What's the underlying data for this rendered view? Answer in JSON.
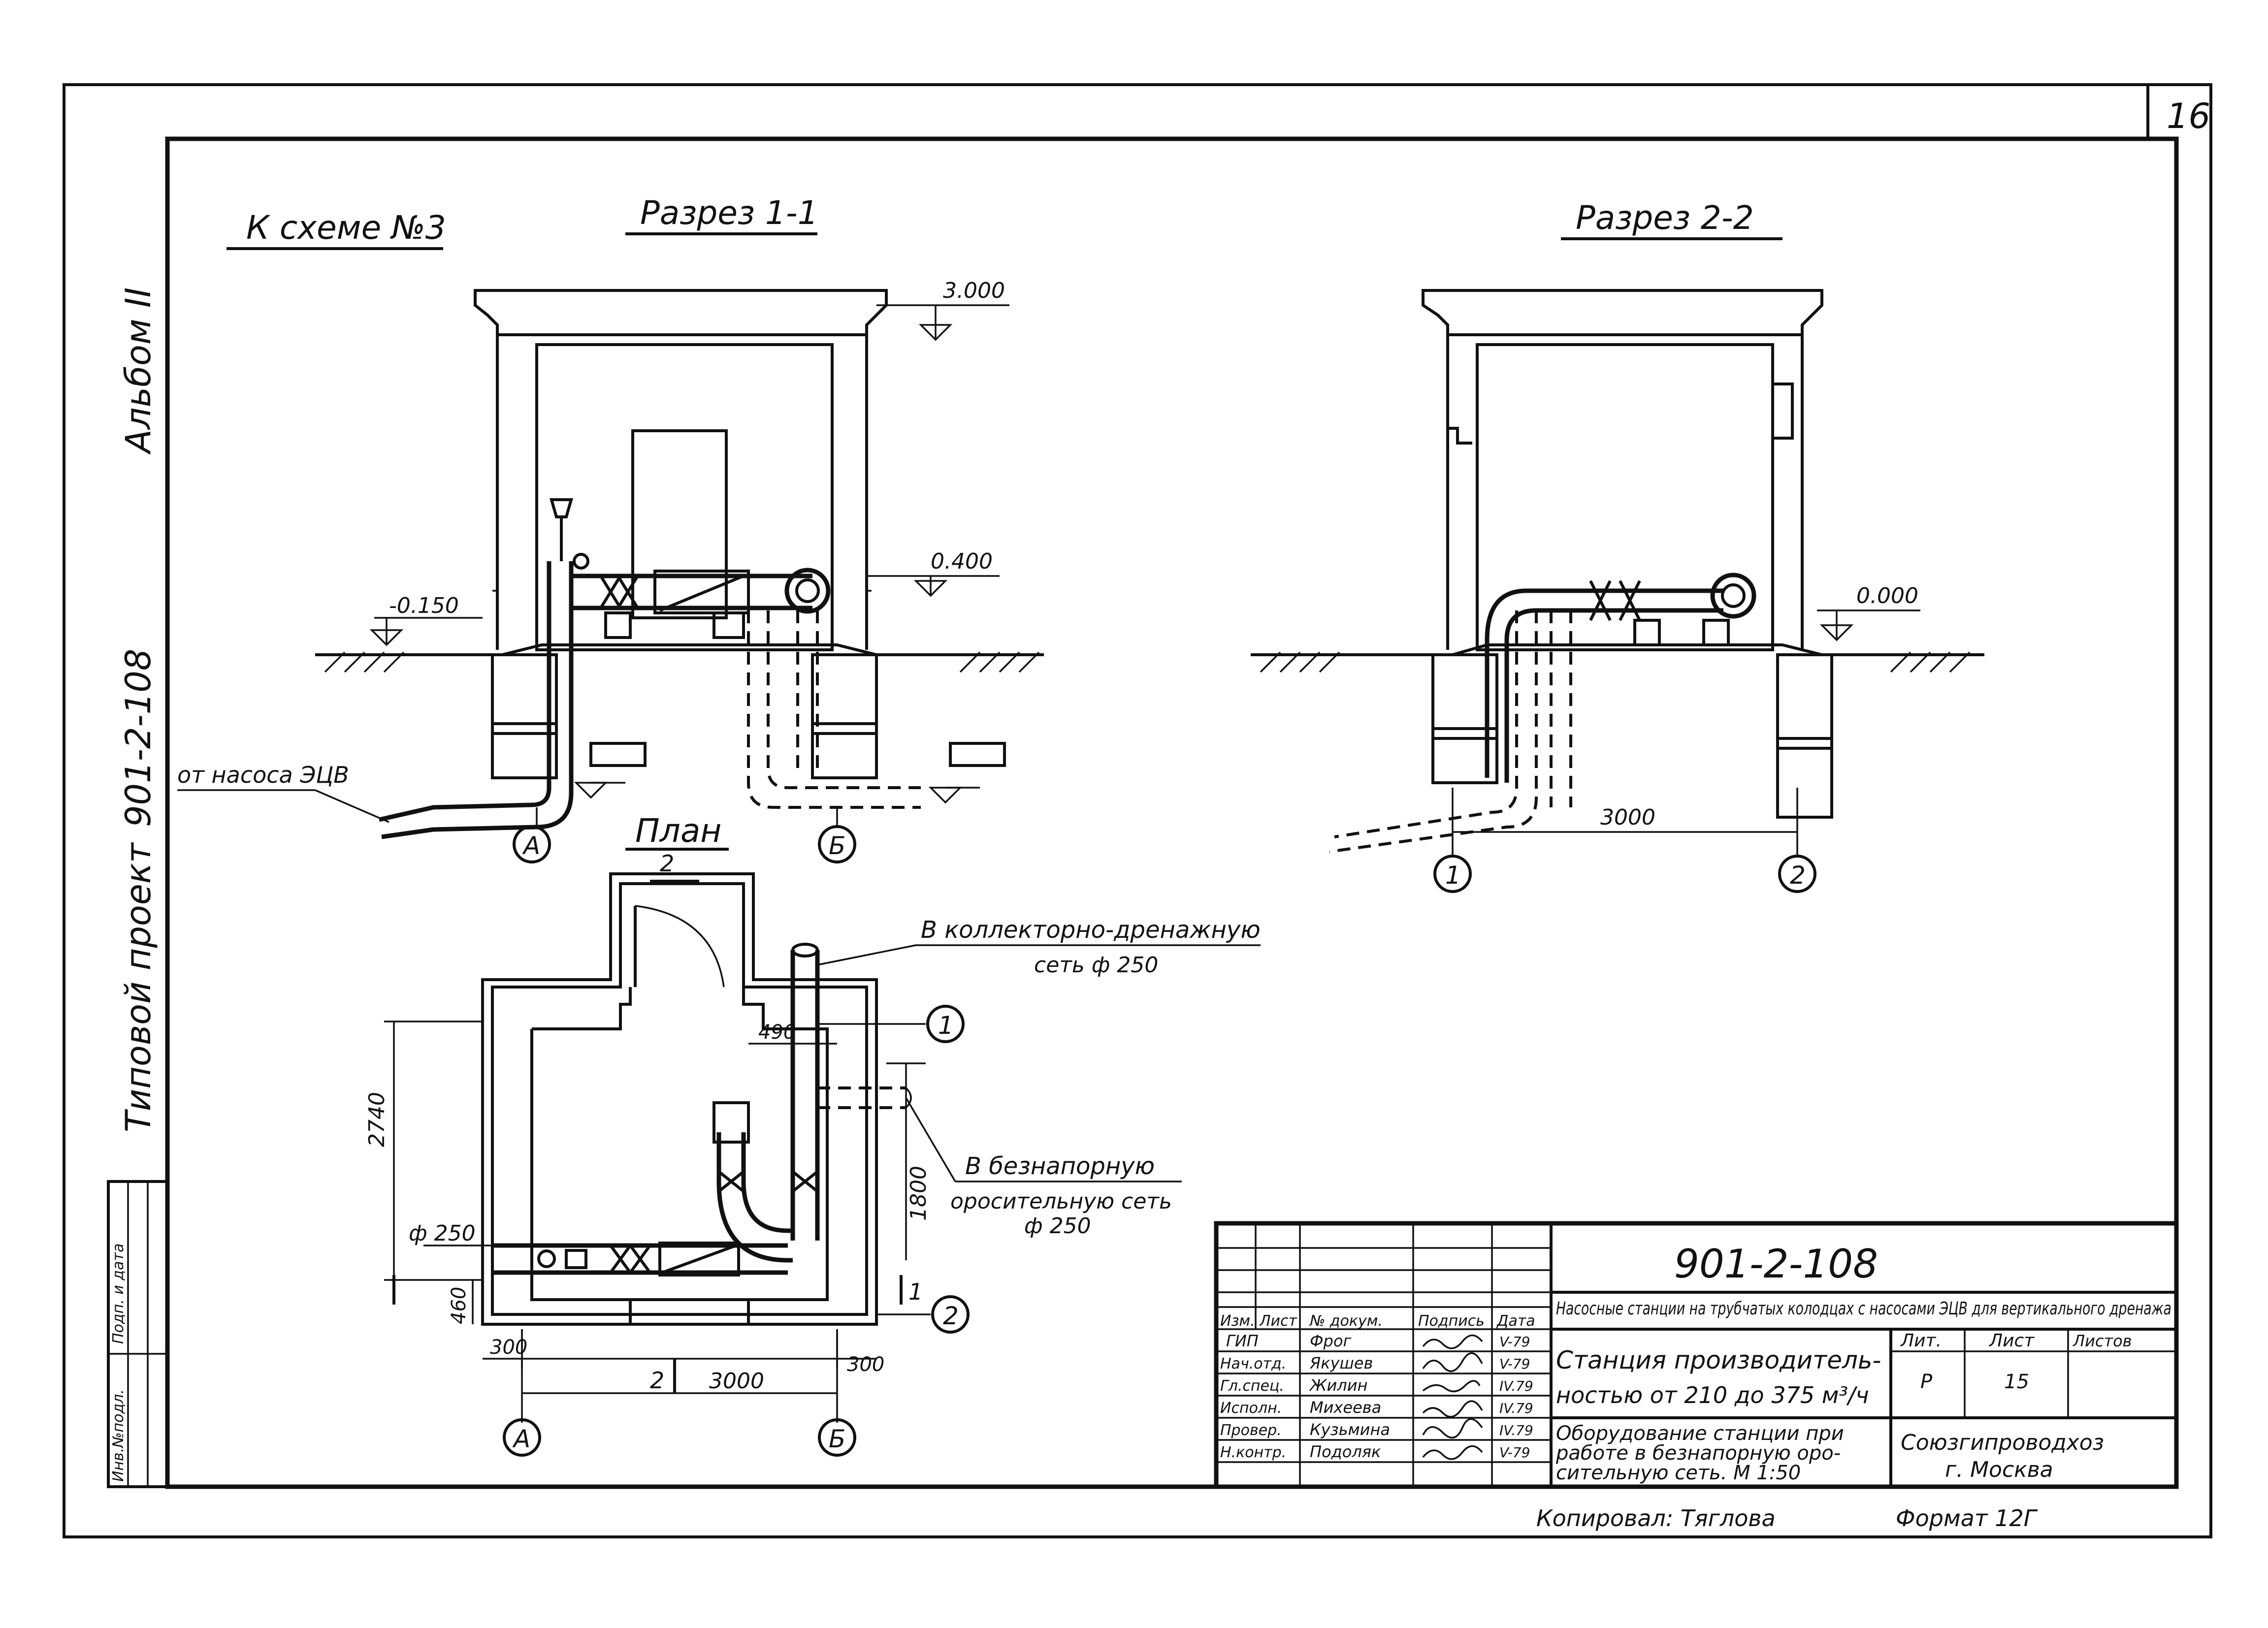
{
  "sheet": {
    "sheet_number": "16",
    "side_text": {
      "album": "Альбом II",
      "project_code": "901-2-108",
      "project_type": "Типовой проект"
    },
    "side_stamp": [
      "Инв.№подл.",
      "Подп. и дата"
    ]
  },
  "views": {
    "scheme_ref": "К схеме №3",
    "section_1_title": "Разрез 1-1",
    "section_2_title": "Разрез 2-2",
    "plan_title": "План"
  },
  "section_1": {
    "elev_top": "3.000",
    "elev_pipe": "0.400",
    "elev_ground": "-0.150",
    "pump_label": "от насоса ЭЦВ",
    "axis_left": "А",
    "axis_right": "Б"
  },
  "section_2": {
    "elev_ground": "0.000",
    "dimension": "3000",
    "axis_left": "1",
    "axis_right": "2"
  },
  "plan": {
    "callout_1": "В коллекторно-дренажную",
    "callout_1b": "сеть ф 250",
    "callout_2": "В безнапорную",
    "callout_2b": "оросительную сеть",
    "callout_2c": "ф 250",
    "dim_2740": "2740",
    "dim_1800": "1800",
    "dim_490": "490",
    "dim_460": "460",
    "dim_300_left": "300",
    "dim_300_right": "300",
    "dim_3000": "3000",
    "pipe_phi": "ф 250",
    "sec_mark_2": "2",
    "sec_mark_1": "1",
    "axis_1": "1",
    "axis_2": "2",
    "axis_a": "А",
    "axis_b": "Б"
  },
  "title_block": {
    "code": "901-2-108",
    "description": "Насосные станции на трубчатых колодцах с насосами ЭЦВ для вертикального дренажа",
    "station_title_1": "Станция производитель-",
    "station_title_2": "ностью от 210 до 375 м³/ч",
    "sheet_desc_1": "Оборудование станции при",
    "sheet_desc_2": "работе в безнапорную оро-",
    "sheet_desc_3": "сительную сеть. М 1:50",
    "col_lit": "Лит.",
    "col_list": "Лист",
    "col_listov": "Листов",
    "val_lit": "Р",
    "val_list": "15",
    "org_1": "Союзгипроводхоз",
    "org_2": "г. Москва",
    "header_cols": [
      "Изм.",
      "Лист",
      "№ докум.",
      "Подпись",
      "Дата"
    ],
    "rows": [
      {
        "role": "ГИП",
        "name": "Фрог",
        "date": "V-79"
      },
      {
        "role": "Нач.отд.",
        "name": "Якушев",
        "date": "V-79"
      },
      {
        "role": "Гл.спец.",
        "name": "Жилин",
        "date": "IV.79"
      },
      {
        "role": "Исполн.",
        "name": "Михеева",
        "date": "IV.79"
      },
      {
        "role": "Провер.",
        "name": "Кузьмина",
        "date": "IV.79"
      },
      {
        "role": "Н.контр.",
        "name": "Подоляк",
        "date": "V-79"
      }
    ],
    "copied": "Копировал: Тяглова",
    "format": "Формат 12Г"
  }
}
